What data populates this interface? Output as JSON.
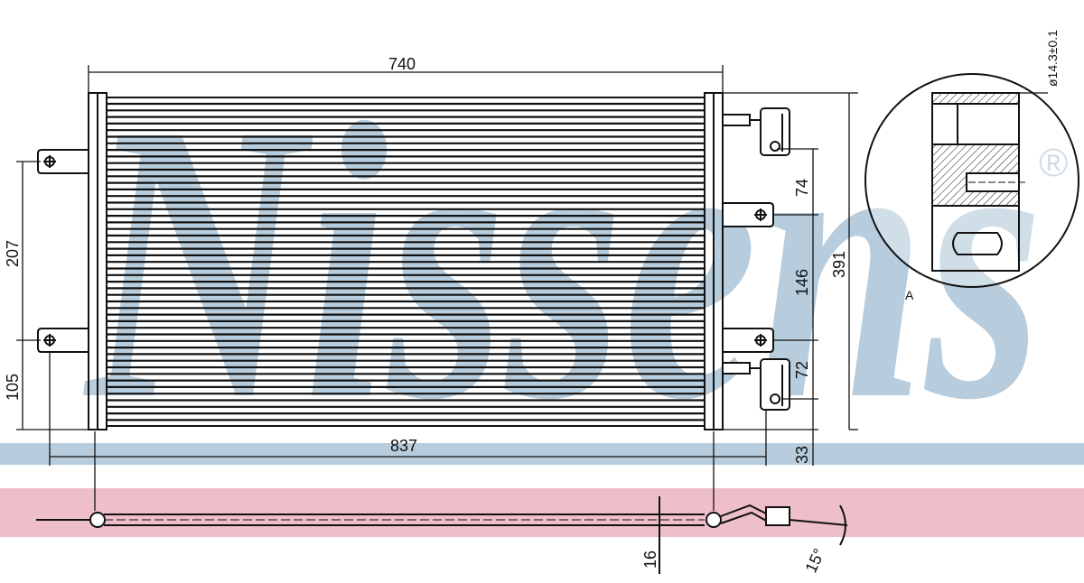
{
  "watermark": {
    "text": "Nissens",
    "trademark": "®",
    "color": "#b7ccdc"
  },
  "band_colors": {
    "blue": "#b7ccdc",
    "pink": "#eebfc8"
  },
  "dimensions": {
    "width_top": "740",
    "width_bottom": "837",
    "left_upper": "207",
    "left_lower": "105",
    "right_top": "74",
    "right_mid": "146",
    "right_low": "72",
    "right_bottom": "33",
    "overall_height": "391",
    "thickness": "16",
    "angle": "15°",
    "port_diameter": "ø14.3±0.1"
  },
  "detail": {
    "label": "A"
  }
}
